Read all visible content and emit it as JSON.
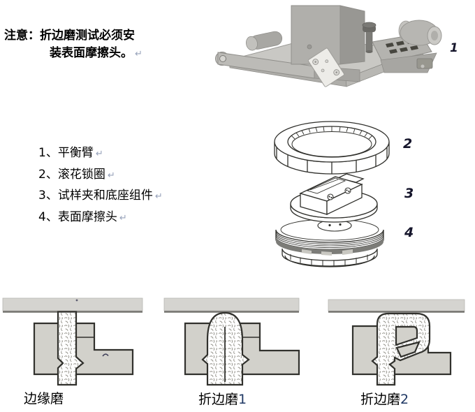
{
  "note": {
    "line1": "注意：折边磨测试必须安",
    "line2": "装表面摩擦头。",
    "paragraph_mark": "↵"
  },
  "parts_list": {
    "items": [
      "1、平衡臂",
      "2、滚花锁圈",
      "3、试样夹和底座组件",
      "4、表面摩擦头"
    ],
    "paragraph_mark": "↵"
  },
  "figure_numbers": {
    "balance_arm": "1",
    "lock_ring": "2",
    "clamp_assembly": "3",
    "friction_head": "4"
  },
  "captions": {
    "edge_wear": "边缘磨",
    "fold_wear1_text": "折边磨",
    "fold_wear1_num": "1",
    "fold_wear2_text": "折边磨",
    "fold_wear2_num": "2"
  },
  "colors": {
    "text": "#000000",
    "caption_number_blue": "#1f3864",
    "paragraph_mark_gray": "#97a2ba",
    "bar_fill": "#d5d4d0",
    "block_fill": "#d2d1cb",
    "diagram_outline": "#31312d",
    "machine_gray": "#b4b3af",
    "lineart_stroke": "#2f2f2b"
  }
}
